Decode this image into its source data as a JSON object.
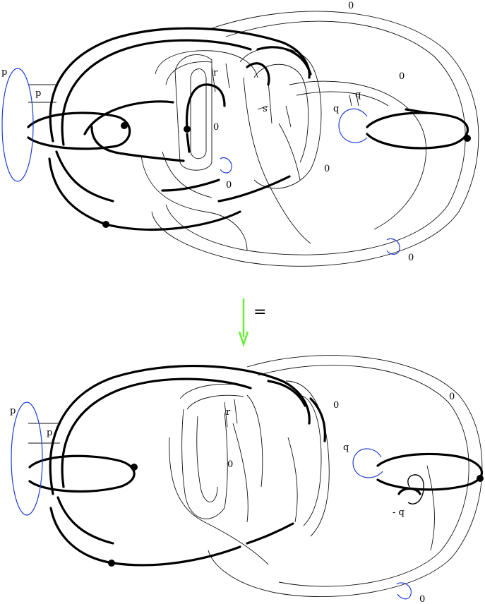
{
  "top": {
    "labels": {
      "p_outer": "p",
      "p_inner": "p",
      "r": "r",
      "s": "s",
      "q_left": "q",
      "q_right": "q",
      "zero_top": "0",
      "zero_right": "0",
      "zero_mid": "0",
      "zero_small": "0",
      "zero_lower": "0",
      "zero_bottom": "0"
    }
  },
  "arrow": {
    "equals": "="
  },
  "bottom": {
    "labels": {
      "p_outer": "p",
      "p_inner": "p",
      "r": "r",
      "zero_center": "0",
      "zero_tube": "0",
      "zero_right": "0",
      "q": "q",
      "minus_q": "- q",
      "zero_bottom": "0"
    }
  },
  "colors": {
    "strand": "#000000",
    "surface": "#111111",
    "meridian": "#1f3fd6",
    "arrow": "#66ee33"
  }
}
